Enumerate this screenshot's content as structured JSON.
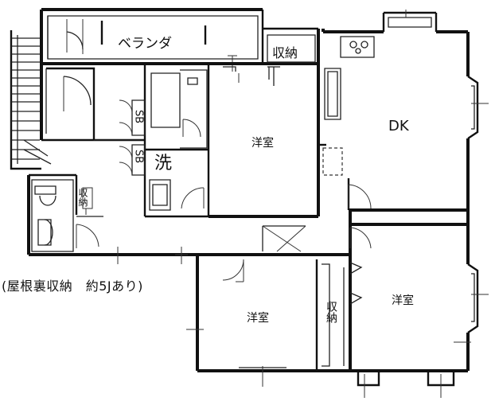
{
  "labels": {
    "veranda": "ベランダ",
    "storage_top": "収納",
    "dk": "DK",
    "western_room_top": "洋室",
    "washroom": "洗",
    "sb_upper": "SB",
    "sb_lower": "SB",
    "storage_small": "収納",
    "western_room_bottom": "洋室",
    "storage_middle": "収納",
    "western_room_right": "洋室"
  },
  "note": "(屋根裏収納　約5Jあり)"
}
